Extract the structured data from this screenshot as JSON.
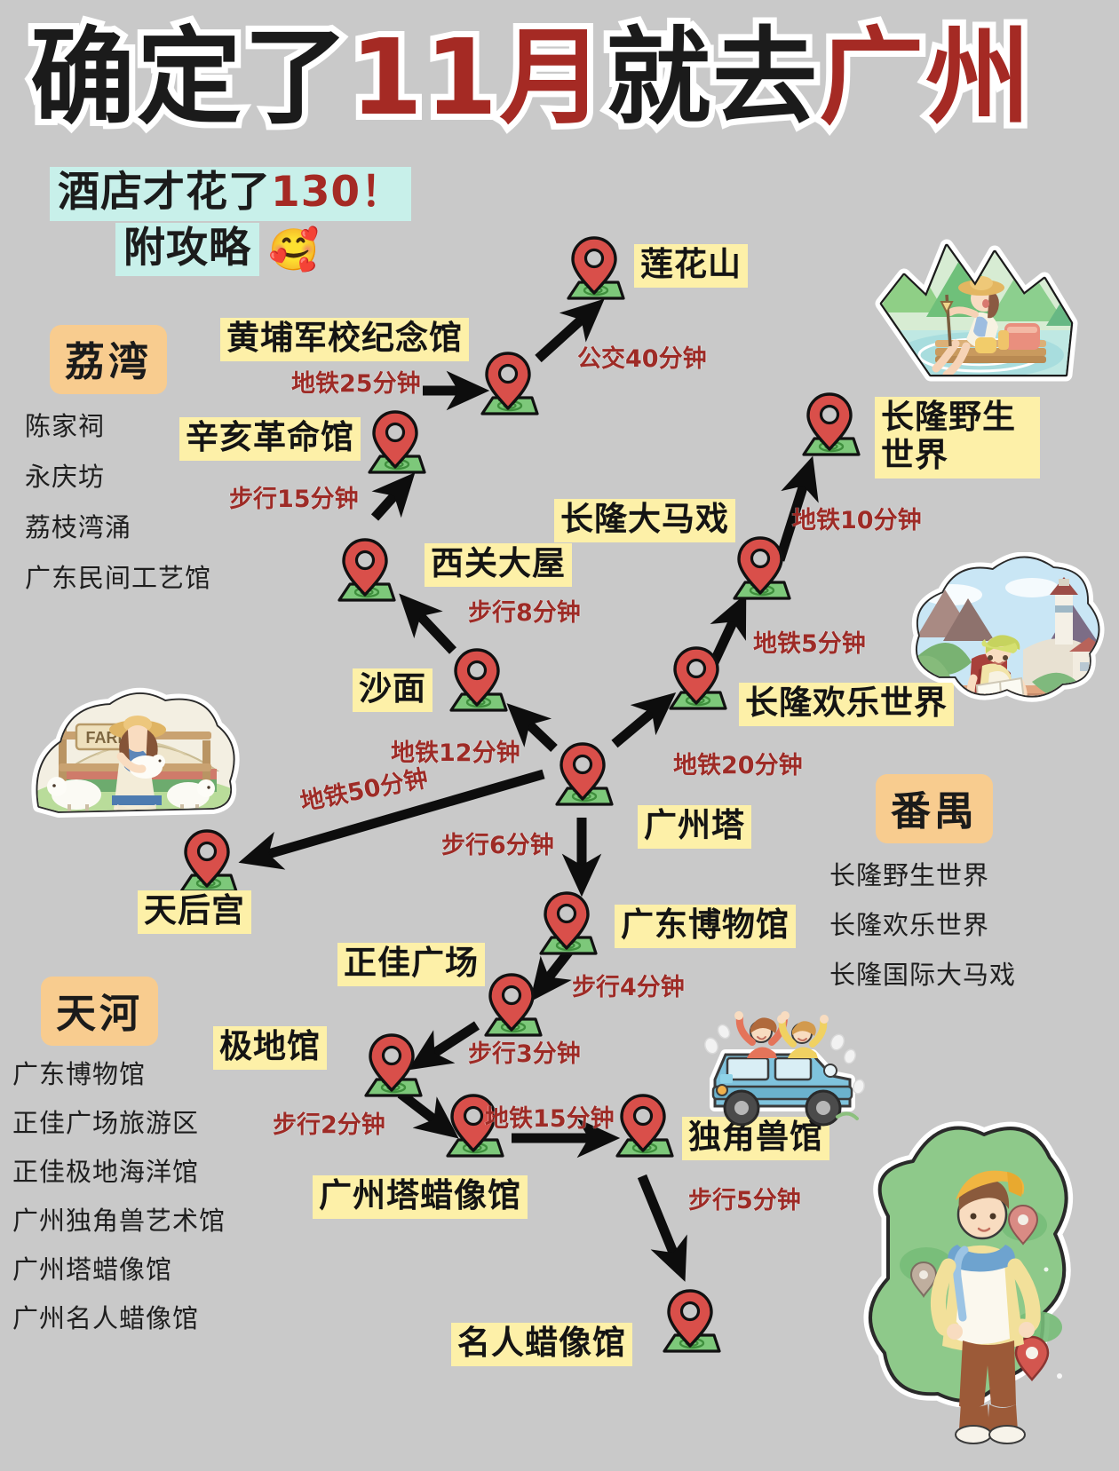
{
  "page": {
    "background_color": "#c9c9c9",
    "accent_red": "#a52a24",
    "time_text_color": "#9e2b26",
    "label_highlight": "#fdf0a8",
    "district_chip_color": "#f8cc8f",
    "subtitle_highlight": "#c8f0ea"
  },
  "title": {
    "seg1": "确定了",
    "seg2": "11月",
    "seg3": "就去",
    "seg4": "广州",
    "full": "确定了11月就去广州"
  },
  "subtitle": {
    "line1_prefix": "酒店才花了",
    "line1_amount": "130",
    "line1_suffix": "！",
    "line2": "附攻略",
    "emoji": "🥰"
  },
  "districts": [
    {
      "name": "荔湾",
      "items": [
        "陈家祠",
        "永庆坊",
        "荔枝湾涌",
        "广东民间工艺馆"
      ]
    },
    {
      "name": "天河",
      "items": [
        "广东博物馆",
        "正佳广场旅游区",
        "正佳极地海洋馆",
        "广州独角兽艺术馆",
        "广州塔蜡像馆",
        "广州名人蜡像馆"
      ]
    },
    {
      "name": "番禺",
      "items": [
        "长隆野生世界",
        "长隆欢乐世界",
        "长隆国际大马戏"
      ]
    }
  ],
  "places": [
    {
      "id": "lianhuashan",
      "label": "莲花山"
    },
    {
      "id": "huangpu",
      "label": "黄埔军校纪念馆"
    },
    {
      "id": "xinhai",
      "label": "辛亥革命馆"
    },
    {
      "id": "xiguandawu",
      "label": "西关大屋"
    },
    {
      "id": "shamian",
      "label": "沙面"
    },
    {
      "id": "changlong-dama",
      "label": "长隆大马戏"
    },
    {
      "id": "changlong-yesheng",
      "label": "长隆野生世界"
    },
    {
      "id": "changlong-huanle",
      "label": "长隆欢乐世界"
    },
    {
      "id": "guangzhouta",
      "label": "广州塔"
    },
    {
      "id": "tianhougong",
      "label": "天后宫"
    },
    {
      "id": "guangdong-bowuguan",
      "label": "广东博物馆"
    },
    {
      "id": "zhengjia",
      "label": "正佳广场"
    },
    {
      "id": "jidiguan",
      "label": "极地馆"
    },
    {
      "id": "gzt-lazzhiguan",
      "label": "广州塔蜡像馆"
    },
    {
      "id": "dujiaoshou",
      "label": "独角兽馆"
    },
    {
      "id": "mingren",
      "label": "名人蜡像馆"
    }
  ],
  "routes": [
    {
      "id": "r1",
      "label": "地铁25分钟",
      "from": "辛亥革命馆方向",
      "to": "黄埔军校纪念馆"
    },
    {
      "id": "r2",
      "label": "公交40分钟",
      "from": "黄埔军校纪念馆",
      "to": "莲花山"
    },
    {
      "id": "r3",
      "label": "步行15分钟",
      "from": "西关大屋",
      "to": "辛亥革命馆"
    },
    {
      "id": "r4",
      "label": "步行8分钟",
      "from": "沙面",
      "to": "西关大屋"
    },
    {
      "id": "r5",
      "label": "地铁12分钟",
      "from": "广州塔",
      "to": "沙面"
    },
    {
      "id": "r6",
      "label": "地铁50分钟",
      "from": "广州塔",
      "to": "天后宫"
    },
    {
      "id": "r7",
      "label": "地铁20分钟",
      "from": "广州塔",
      "to": "长隆欢乐世界"
    },
    {
      "id": "r8",
      "label": "地铁5分钟",
      "from": "长隆欢乐世界",
      "to": "长隆大马戏"
    },
    {
      "id": "r9",
      "label": "地铁10分钟",
      "from": "长隆大马戏",
      "to": "长隆野生世界"
    },
    {
      "id": "r10",
      "label": "步行6分钟",
      "from": "广州塔",
      "to": "广东博物馆"
    },
    {
      "id": "r11",
      "label": "步行4分钟",
      "from": "广东博物馆",
      "to": "正佳广场"
    },
    {
      "id": "r12",
      "label": "步行3分钟",
      "from": "正佳广场",
      "to": "极地馆"
    },
    {
      "id": "r13",
      "label": "步行2分钟",
      "from": "极地馆",
      "to": "广州塔蜡像馆"
    },
    {
      "id": "r14",
      "label": "地铁15分钟",
      "from": "广州塔蜡像馆",
      "to": "独角兽馆"
    },
    {
      "id": "r15",
      "label": "步行5分钟",
      "from": "独角兽馆",
      "to": "名人蜡像馆"
    }
  ],
  "stickers": [
    {
      "id": "raft-traveler",
      "name": "girl-on-bamboo-raft-with-mountains"
    },
    {
      "id": "farm-girl",
      "name": "girl-with-lamb-at-farm"
    },
    {
      "id": "map-reader",
      "name": "traveler-reading-map-with-lighthouse"
    },
    {
      "id": "jeep-friends",
      "name": "friends-cheering-in-blue-jeep"
    },
    {
      "id": "hiker-map",
      "name": "hiker-walking-with-green-map"
    }
  ]
}
